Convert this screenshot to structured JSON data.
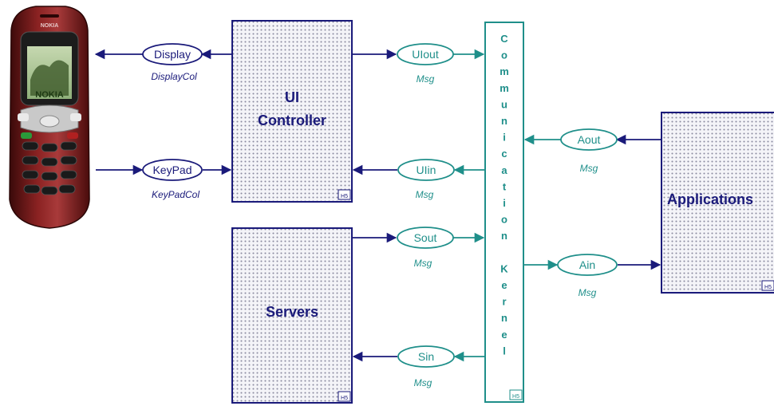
{
  "blocks": {
    "ui_controller": {
      "line1": "UI",
      "line2": "Controller",
      "tag": "H5"
    },
    "servers": {
      "label": "Servers",
      "tag": "H5"
    },
    "applications": {
      "label": "Applications",
      "tag": "H5"
    },
    "kernel": {
      "line1": "Communication",
      "line2": "Kernel",
      "tag": "H5"
    }
  },
  "ports": [
    {
      "id": "display",
      "name": "Display",
      "type": "DisplayCol"
    },
    {
      "id": "keypad",
      "name": "KeyPad",
      "type": "KeyPadCol"
    },
    {
      "id": "uiout",
      "name": "UIout",
      "type": "Msg"
    },
    {
      "id": "uiin",
      "name": "UIin",
      "type": "Msg"
    },
    {
      "id": "sout",
      "name": "Sout",
      "type": "Msg"
    },
    {
      "id": "sin",
      "name": "Sin",
      "type": "Msg"
    },
    {
      "id": "aout",
      "name": "Aout",
      "type": "Msg"
    },
    {
      "id": "ain",
      "name": "Ain",
      "type": "Msg"
    }
  ],
  "phone": {
    "brand": "NOKIA",
    "screen_text": "NOKIA"
  },
  "colors": {
    "navy": "#1a1a7a",
    "teal": "#1f8f8a"
  },
  "icons": [
    "mobile-phone-icon"
  ]
}
